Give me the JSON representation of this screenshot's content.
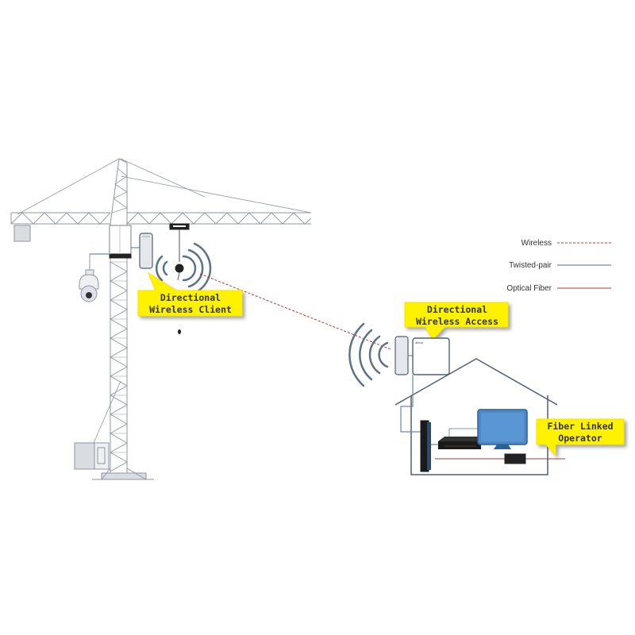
{
  "legend": {
    "items": [
      {
        "label": "Wireless",
        "color": "#c0392b",
        "style": "dashed"
      },
      {
        "label": "Twisted-pair",
        "color": "#4a6fa5",
        "style": "solid"
      },
      {
        "label": "Optical Fiber",
        "color": "#b03a2e",
        "style": "solid"
      }
    ]
  },
  "callouts": {
    "client": {
      "line1": "Directional",
      "line2": "Wireless Client"
    },
    "access": {
      "line1": "Directional",
      "line2": "Wireless Access"
    },
    "operator": {
      "line1": "Fiber Linked",
      "line2": "Operator"
    }
  },
  "device_brand": "alhua",
  "colors": {
    "callout_fill": "#fff200",
    "crane_line": "#8c96a3",
    "signal_wave": "#5b7386",
    "house_line": "#4f6172",
    "monitor_fill": "#4f88c6"
  }
}
